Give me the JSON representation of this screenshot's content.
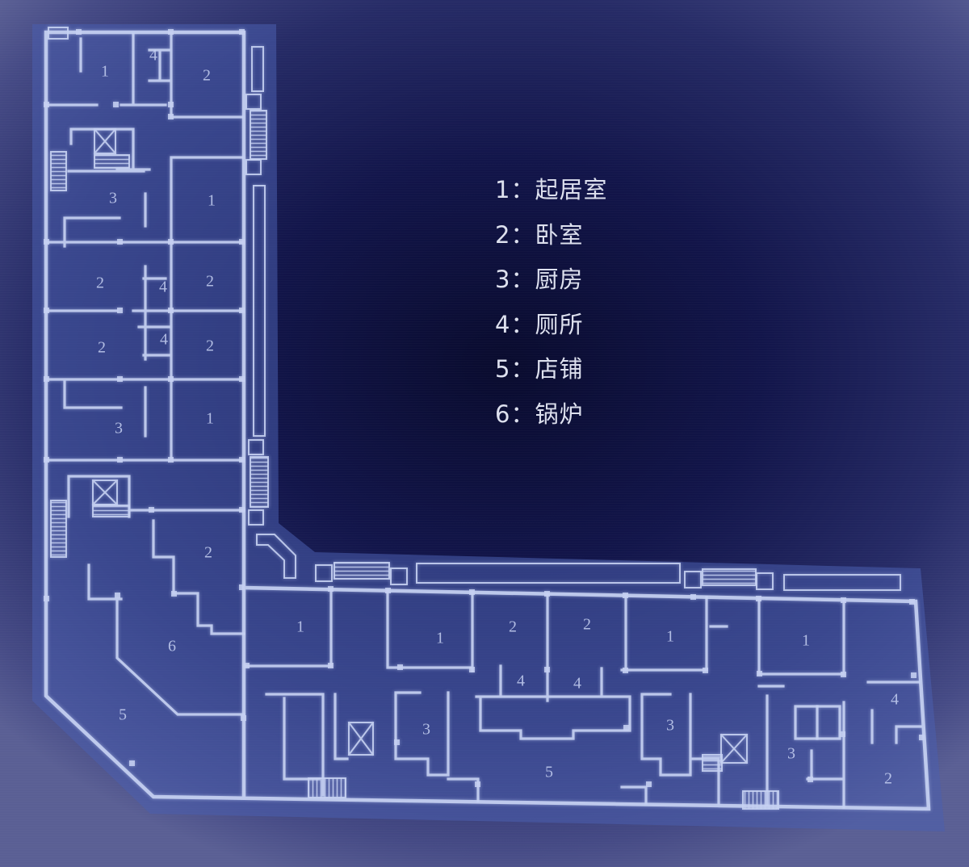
{
  "legend": {
    "items": [
      "1：起居室",
      "2：卧室",
      "3：厨房",
      "4：厕所",
      "5：店铺",
      "6：锅炉"
    ]
  },
  "rooms": [
    "4",
    "1",
    "2",
    "3",
    "1",
    "2",
    "4",
    "2",
    "2",
    "4",
    "2",
    "3",
    "1",
    "2",
    "6",
    "5",
    "1",
    "1",
    "2",
    "2",
    "1",
    "1",
    "4",
    "4",
    "4",
    "3",
    "3",
    "3",
    "5",
    "2"
  ],
  "colors": {
    "background": "#12154a",
    "building_fill": "#4a5fae",
    "wall": "#c7d1f2",
    "legend_text": "#dde0ee"
  }
}
